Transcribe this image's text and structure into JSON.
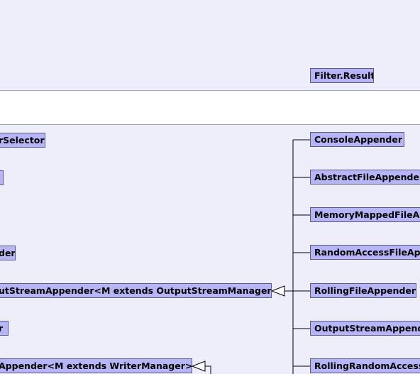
{
  "nodes": {
    "filter_result": "Filter.Result",
    "selector": "rSelector",
    "stub_a": "",
    "stub_der": "der",
    "output_stream_appender": "utStreamAppender<M extends OutputStreamManager>",
    "stub_r": "r",
    "writer_appender": "Appender<M extends WriterManager>",
    "console_appender": "ConsoleAppender",
    "abstract_file_appender": "AbstractFileAppender",
    "memory_mapped": "MemoryMappedFileAp",
    "random_access": "RandomAccessFileApp",
    "rolling_file_appender": "RollingFileAppender",
    "output_stream_append": "OutputStreamAppend",
    "rolling_random_access": "RollingRandomAccess"
  },
  "colors": {
    "node_fill": "#b5b5f7",
    "node_border": "#5b5b8a",
    "band_fill": "#eeeefa",
    "edge": "#000000"
  }
}
